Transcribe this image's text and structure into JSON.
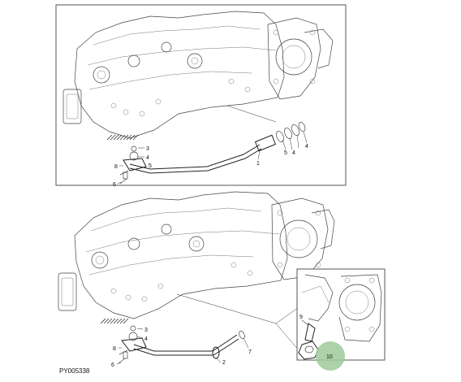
{
  "panels": [
    {
      "callouts": [
        "3",
        "4",
        "5",
        "8",
        "6",
        "1",
        "5",
        "4",
        "4"
      ]
    },
    {
      "callouts": [
        "3",
        "4",
        "8",
        "6",
        "2",
        "7",
        "9",
        "10"
      ]
    }
  ],
  "figure_ref": "PY005338",
  "highlight_color": "#9fc99a",
  "frame_color": "#555555"
}
